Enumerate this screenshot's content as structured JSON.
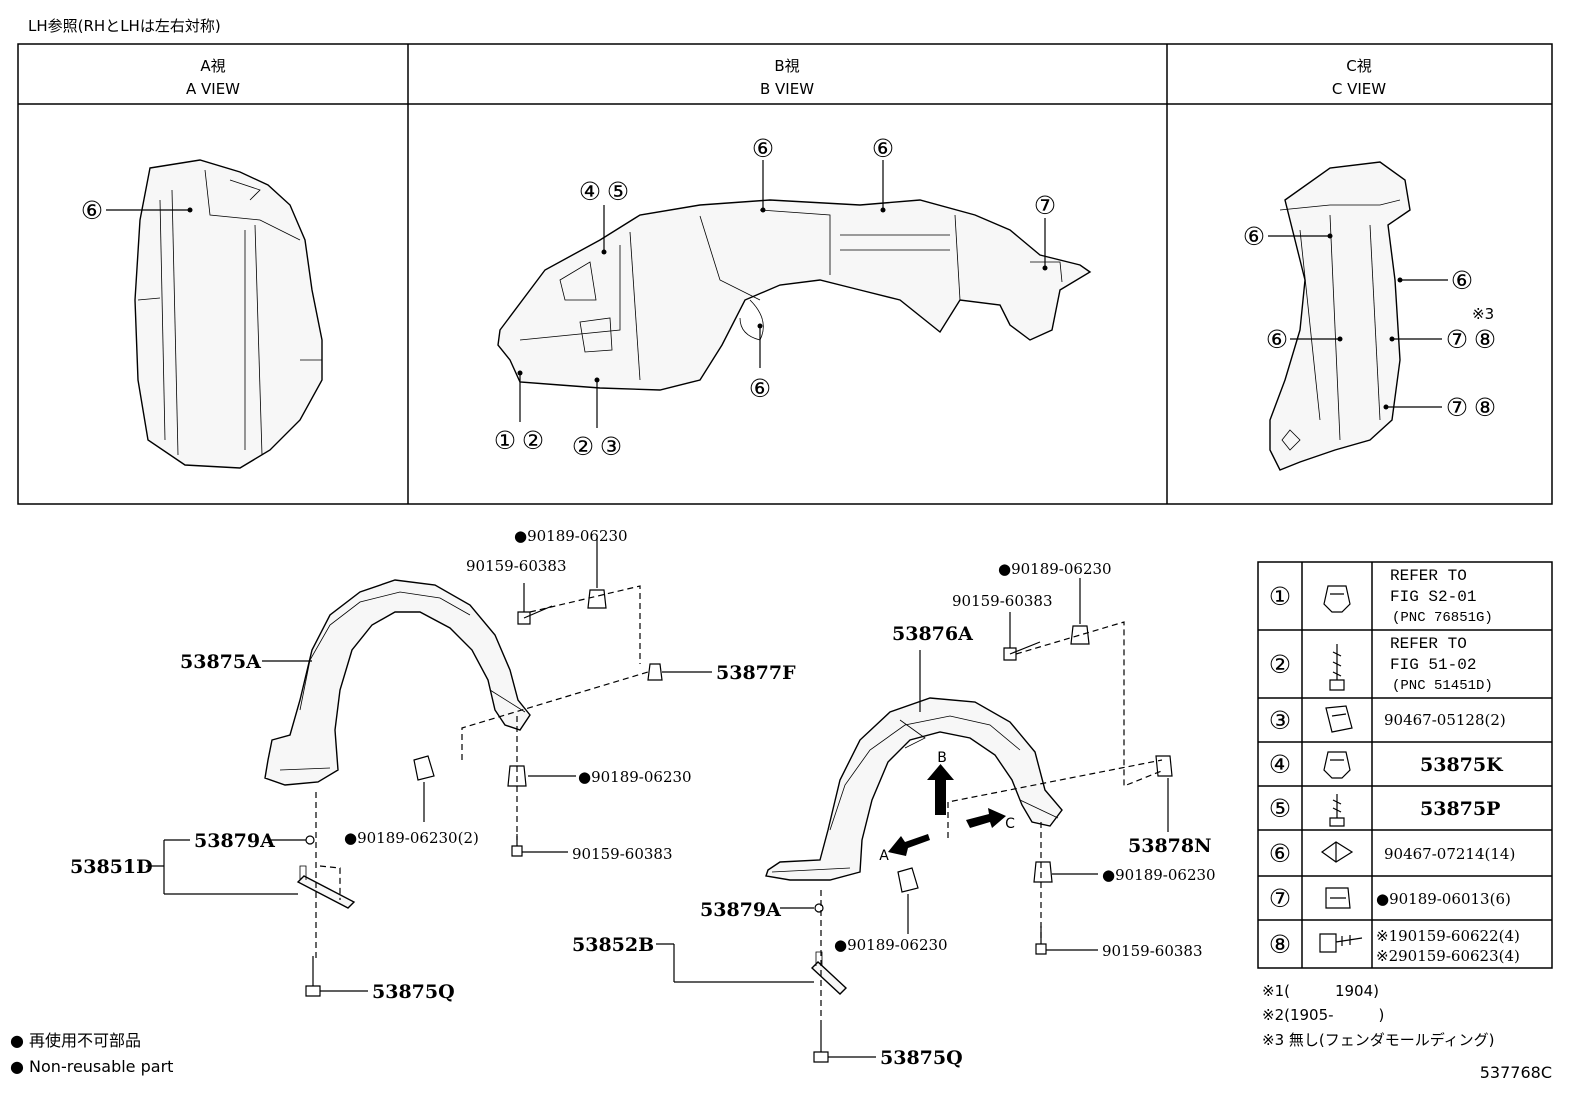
{
  "header": {
    "note": "LH参照(RHとLHは左右対称)"
  },
  "views": [
    {
      "title_jp": "A視",
      "title_en": "A VIEW"
    },
    {
      "title_jp": "B視",
      "title_en": "B VIEW"
    },
    {
      "title_jp": "C視",
      "title_en": "C VIEW"
    }
  ],
  "callouts": {
    "n1": "①",
    "n2": "②",
    "n3": "③",
    "n4": "④",
    "n5": "⑤",
    "n6": "⑥",
    "n7": "⑦",
    "n8": "⑧",
    "note3": "※3"
  },
  "parts_left": {
    "p1": "●90189-06230",
    "p2": "90159-60383",
    "p3": "53875A",
    "p4": "53877F",
    "p5": "●90189-06230",
    "p6": "●90189-06230(2)",
    "p7": "53879A",
    "p8": "90159-60383",
    "p9": "53851D",
    "p10": "53875Q"
  },
  "parts_right": {
    "p1": "●90189-06230",
    "p2": "90159-60383",
    "p3": "53876A",
    "p4": "53878N",
    "p5": "●90189-06230",
    "p6": "53879A",
    "p7": "●90189-06230",
    "p8": "90159-60383",
    "p9": "53852B",
    "p10": "53875Q",
    "arrow_a": "A",
    "arrow_b": "B",
    "arrow_c": "C"
  },
  "legend_table": [
    {
      "num": "①",
      "lines": [
        "REFER TO",
        "FIG S2-01",
        "(PNC 76851G)"
      ]
    },
    {
      "num": "②",
      "lines": [
        "REFER TO",
        "FIG 51-02",
        "(PNC 51451D)"
      ]
    },
    {
      "num": "③",
      "lines": [
        "90467-05128(2)"
      ]
    },
    {
      "num": "④",
      "lines": [
        "53875K"
      ]
    },
    {
      "num": "⑤",
      "lines": [
        "53875P"
      ]
    },
    {
      "num": "⑥",
      "lines": [
        "90467-07214(14)"
      ]
    },
    {
      "num": "⑦",
      "lines": [
        "●90189-06013(6)"
      ]
    },
    {
      "num": "⑧",
      "lines": [
        "※190159-60622(4)",
        "※290159-60623(4)"
      ]
    }
  ],
  "footnotes": {
    "f1": "※1(　　　1904)",
    "f2": "※2(1905-　　　)",
    "f3": "※3 無し(フェンダモールディング)"
  },
  "key": {
    "jp": "● 再使用不可部品",
    "en": "● Non-reusable part"
  },
  "diagram_id": "537768C"
}
